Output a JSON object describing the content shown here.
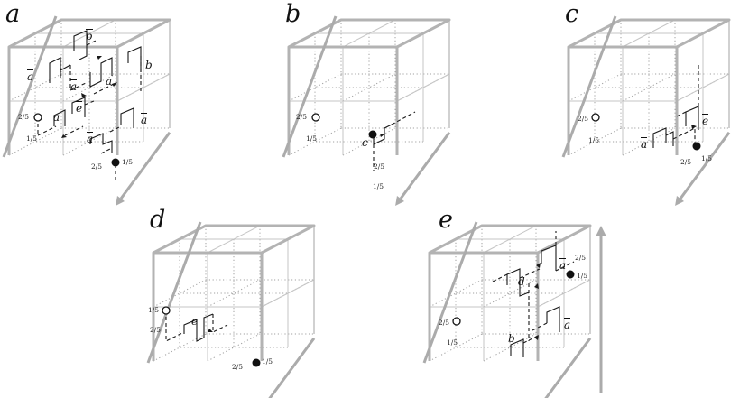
{
  "panels": [
    {
      "id": "a",
      "label": "a",
      "coords": [
        "2/5",
        "1/5",
        "2/5",
        "1/5"
      ],
      "path_labels": [
        "a",
        "b",
        "b",
        "a",
        "e",
        "a",
        "a",
        "a",
        "a"
      ]
    },
    {
      "id": "b",
      "label": "b",
      "coords": [
        "2/5",
        "1/5",
        "2/5",
        "1/5"
      ],
      "path_labels": [
        "c"
      ]
    },
    {
      "id": "c",
      "label": "c",
      "coords": [
        "2/5",
        "1/5",
        "2/5",
        "1/5"
      ],
      "path_labels": [
        "a",
        "e"
      ]
    },
    {
      "id": "d",
      "label": "d",
      "coords": [
        "1/5",
        "2/5",
        "2/5",
        "1/5"
      ],
      "path_labels": [
        "e"
      ]
    },
    {
      "id": "e",
      "label": "e",
      "coords": [
        "2/5",
        "1/5",
        "2/5",
        "1/5"
      ],
      "path_labels": [
        "a",
        "d",
        "a",
        "b"
      ]
    }
  ]
}
